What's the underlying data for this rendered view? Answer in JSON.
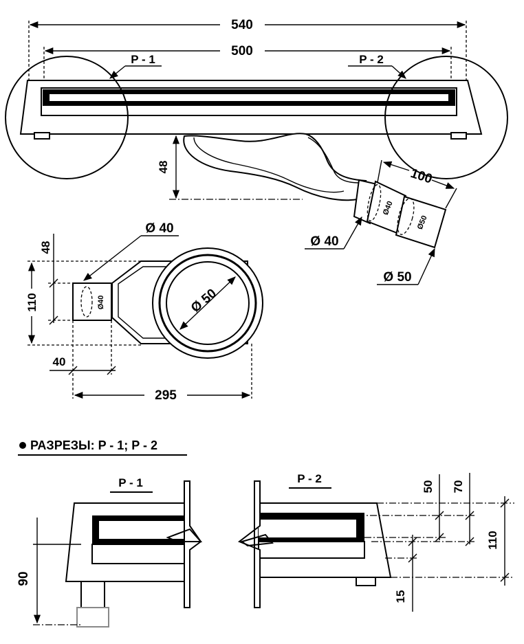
{
  "top_view": {
    "dim_overall": "540",
    "dim_inner": "500",
    "label_p1": "P - 1",
    "label_p2": "P - 2",
    "dim_height": "48",
    "dim_pipe_length": "100",
    "dia_pipe_inner": "Ø 40",
    "dia_pipe_outer": "Ø 50",
    "dia_small_inner": "Ø40",
    "dia_small_outer": "Ø50"
  },
  "plan_view": {
    "dia_40": "Ø 40",
    "dia_50": "Ø 50",
    "dia_small": "Ø40",
    "dim_48": "48",
    "dim_110": "110",
    "dim_40": "40",
    "dim_295": "295"
  },
  "sections": {
    "heading": "РАЗРЕЗЫ: P - 1; P - 2",
    "p1_label": "P - 1",
    "p2_label": "P - 2",
    "dim_90": "90",
    "dim_50": "50",
    "dim_70": "70",
    "dim_110": "110",
    "dim_15": "15"
  }
}
